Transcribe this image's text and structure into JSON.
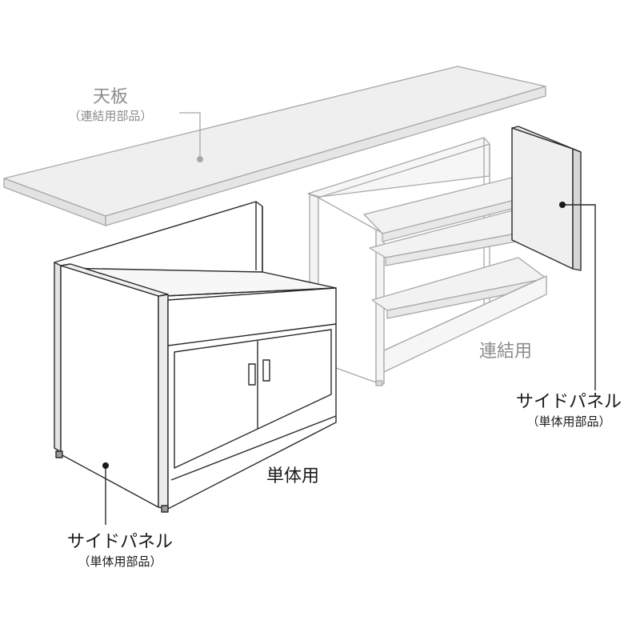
{
  "labels": {
    "top_board": {
      "title": "天板",
      "subtitle": "（連結用部品）"
    },
    "connected": "連結用",
    "side_panel_right": {
      "title": "サイドパネル",
      "subtitle": "（単体用部品）"
    },
    "single": "単体用",
    "side_panel_left": {
      "title": "サイドパネル",
      "subtitle": "（単体用部品）"
    }
  },
  "colors": {
    "dark_stroke": "#2a2a2a",
    "gray_stroke": "#a8a8a8",
    "dark_label": "#1a1a1a",
    "gray_label": "#8c8c8c",
    "panel_fill": "#efefef",
    "white": "#ffffff"
  }
}
